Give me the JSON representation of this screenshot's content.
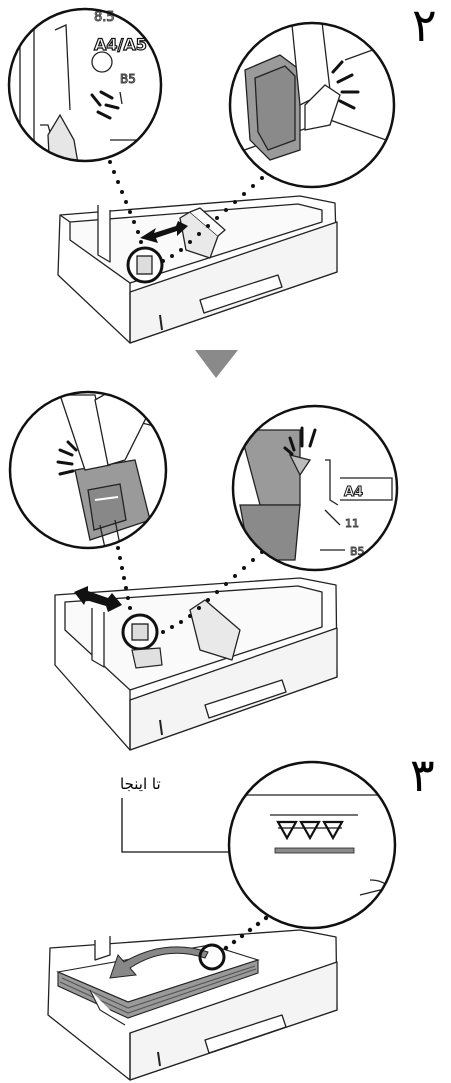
{
  "steps": {
    "step2": {
      "number": "٢",
      "upper": {
        "left_callout": {
          "labels": [
            "8.5",
            "A4/A5",
            "B5"
          ]
        }
      },
      "lower": {
        "right_callout": {
          "labels": [
            "A4",
            "11",
            "B5"
          ]
        }
      }
    },
    "step3": {
      "number": "٣",
      "callout_label": "تا اینجا"
    }
  },
  "colors": {
    "line": "#222222",
    "fill": "#ffffff",
    "gray": "#bfbfbf",
    "dark_gray": "#7a7a7a",
    "arrow": "#8a8a8a"
  }
}
